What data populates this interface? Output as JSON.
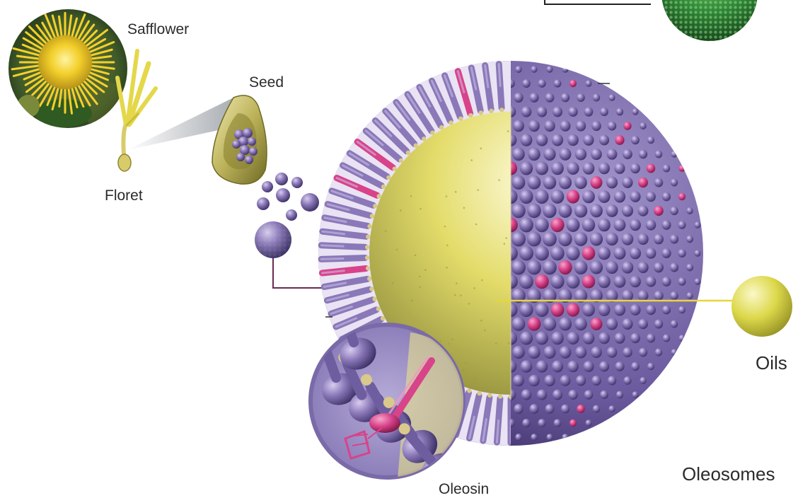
{
  "labels": {
    "safflower": "Safflower",
    "seed": "Seed",
    "floret": "Floret",
    "oils": "Oils",
    "oleosin": "Oleosin",
    "oleosomes": "Oleosomes"
  },
  "colors": {
    "phospholipid_head": "#8a78b8",
    "phospholipid_dark": "#4e3f7e",
    "oleosin_pink": "#d8438a",
    "oil_core": "#e8e24a",
    "tail_gold": "#d9c98a",
    "floret_yellow": "#e2d65a",
    "leaf_green": "#2f7a2e",
    "connector_line": "#6b2a55",
    "oil_line": "#e6d640"
  },
  "icons": [
    "safflower-flower-photo",
    "floret-illustration",
    "seed-cross-section",
    "oleosome-body",
    "oleosin-zoom",
    "oil-droplet"
  ]
}
